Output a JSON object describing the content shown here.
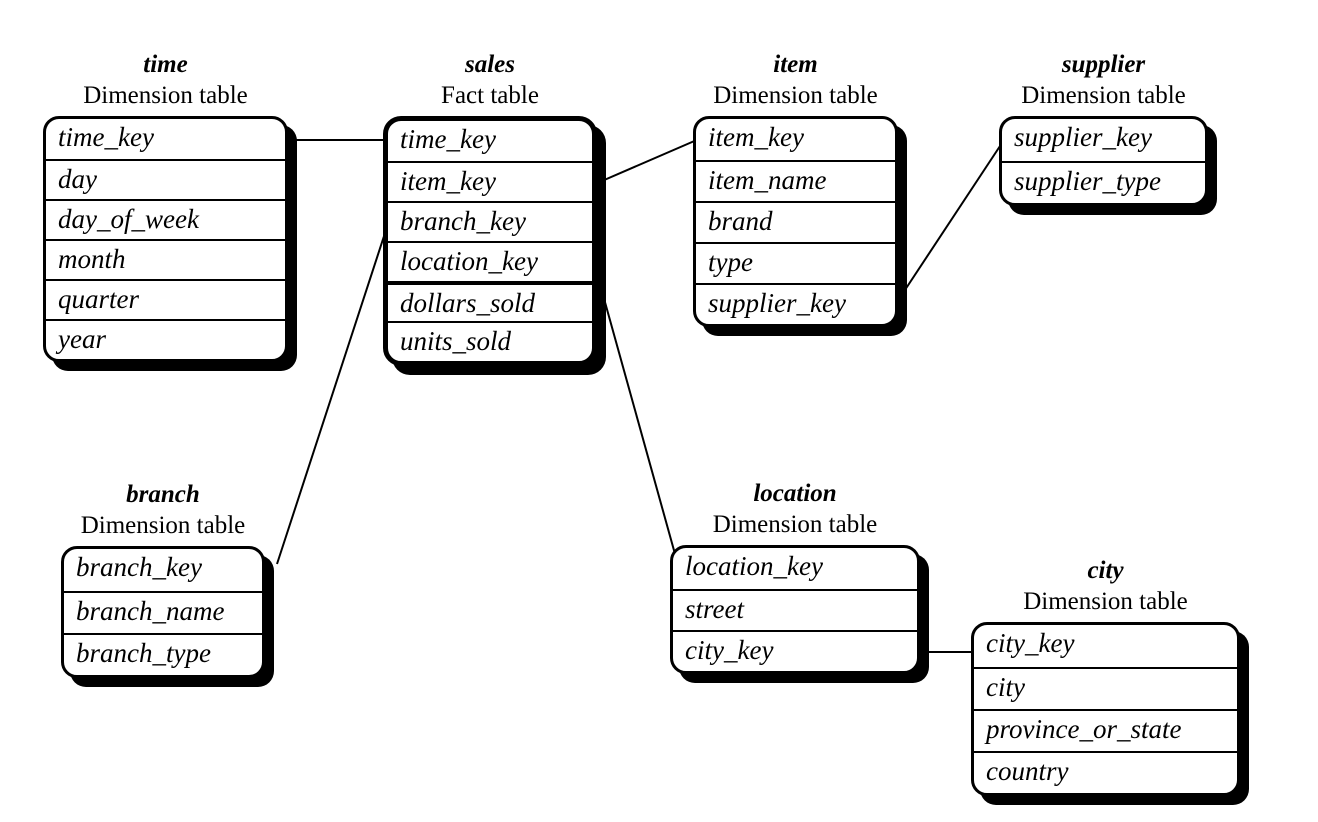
{
  "tables": [
    {
      "id": "time",
      "title": "time",
      "subtitle": "Dimension table",
      "fields": [
        "time_key",
        "day",
        "day_of_week",
        "month",
        "quarter",
        "year"
      ]
    },
    {
      "id": "sales",
      "title": "sales",
      "subtitle": "Fact table",
      "fields": [
        "time_key",
        "item_key",
        "branch_key",
        "location_key",
        "dollars_sold",
        "units_sold"
      ]
    },
    {
      "id": "item",
      "title": "item",
      "subtitle": "Dimension table",
      "fields": [
        "item_key",
        "item_name",
        "brand",
        "type",
        "supplier_key"
      ]
    },
    {
      "id": "supplier",
      "title": "supplier",
      "subtitle": "Dimension table",
      "fields": [
        "supplier_key",
        "supplier_type"
      ]
    },
    {
      "id": "branch",
      "title": "branch",
      "subtitle": "Dimension table",
      "fields": [
        "branch_key",
        "branch_name",
        "branch_type"
      ]
    },
    {
      "id": "location",
      "title": "location",
      "subtitle": "Dimension table",
      "fields": [
        "location_key",
        "street",
        "city_key"
      ]
    },
    {
      "id": "city",
      "title": "city",
      "subtitle": "Dimension table",
      "fields": [
        "city_key",
        "city",
        "province_or_state",
        "country"
      ]
    }
  ],
  "relations": [
    {
      "from": "time.time_key",
      "to": "sales.time_key"
    },
    {
      "from": "sales.item_key",
      "to": "item.item_key"
    },
    {
      "from": "item.supplier_key",
      "to": "supplier.supplier_key"
    },
    {
      "from": "sales.branch_key",
      "to": "branch.branch_key"
    },
    {
      "from": "sales.location_key",
      "to": "location.location_key"
    },
    {
      "from": "location.city_key",
      "to": "city.city_key"
    }
  ],
  "colors": {
    "ink": "#000000",
    "paper": "#ffffff"
  }
}
